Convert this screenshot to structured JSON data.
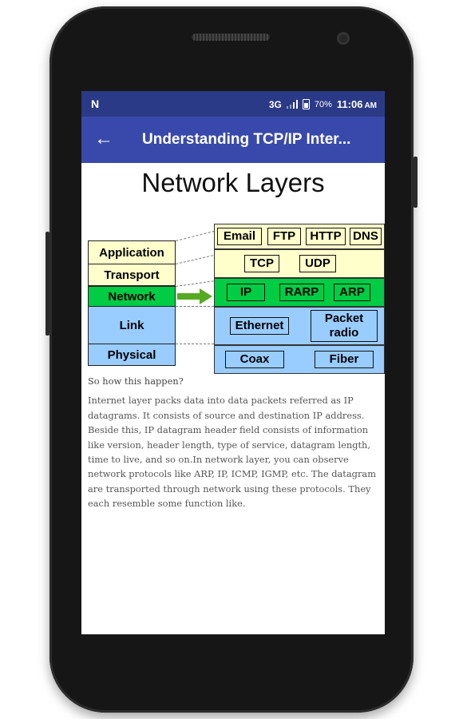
{
  "status_bar": {
    "network": "3G",
    "battery": "70%",
    "time": "11:06",
    "ampm": "AM"
  },
  "app_bar": {
    "title": "Understanding TCP/IP Inter..."
  },
  "page": {
    "heading": "Network Layers",
    "question": "So how this happen?",
    "paragraph": "Internet layer packs data into data packets referred as IP datagrams. It consists of source and destination IP address. Beside this, IP datagram header field consists of information like version, header length, type of service, datagram length, time to live, and so on.In network layer, you can observe network protocols like ARP, IP, ICMP, IGMP, etc. The datagram are transported through network using these protocols. They each resemble some function like."
  },
  "diagram": {
    "layers": [
      "Application",
      "Transport",
      "Network",
      "Link",
      "Physical"
    ],
    "application_protocols": [
      "Email",
      "FTP",
      "HTTP",
      "DNS"
    ],
    "transport_protocols": [
      "TCP",
      "UDP"
    ],
    "network_protocols": [
      "IP",
      "RARP",
      "ARP"
    ],
    "link_protocols": [
      "Ethernet",
      "Packet radio"
    ],
    "physical_protocols": [
      "Coax",
      "Fiber"
    ],
    "colors": {
      "application": "#ffffcc",
      "transport": "#ffffcc",
      "network": "#00cc44",
      "link": "#99ccff",
      "physical": "#99ccff",
      "arrow": "#55aa22",
      "app_bar": "#3949ab",
      "status_bar": "#2b3a86"
    }
  }
}
